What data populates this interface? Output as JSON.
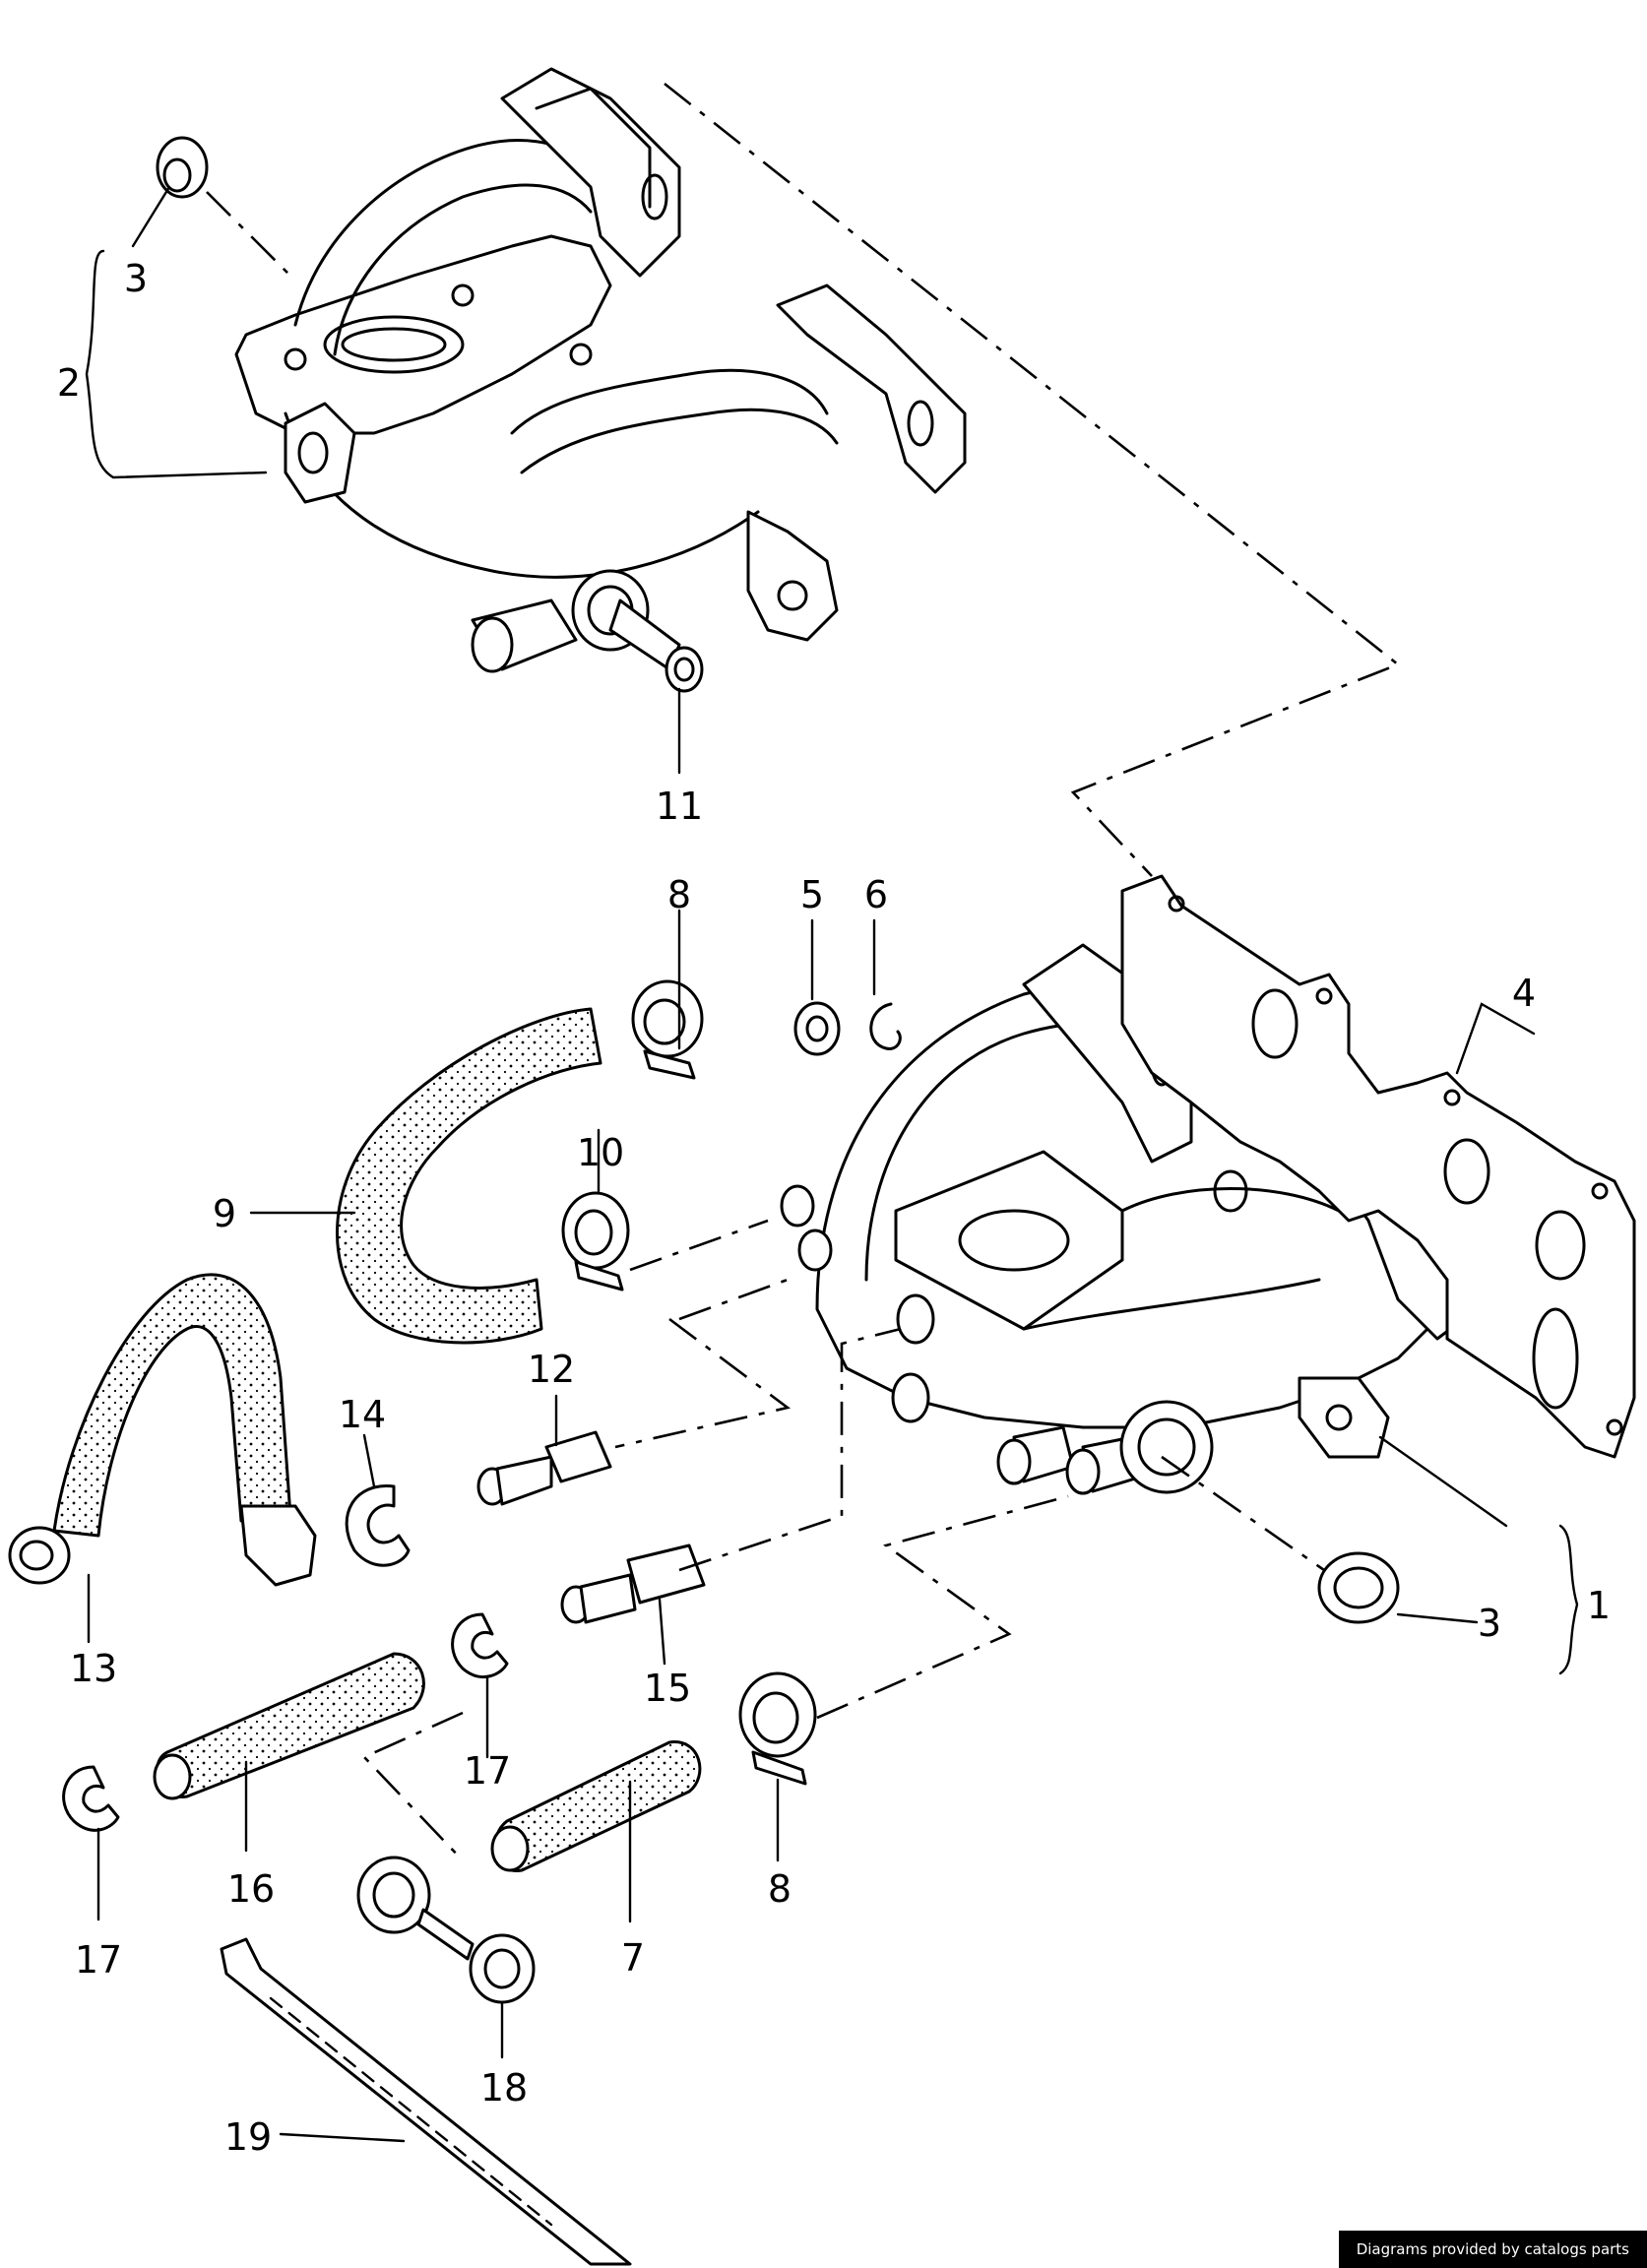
{
  "callouts": {
    "c1": "1",
    "c2": "2",
    "c3a": "3",
    "c3b": "3",
    "c4": "4",
    "c5": "5",
    "c6": "6",
    "c7": "7",
    "c8a": "8",
    "c8b": "8",
    "c9": "9",
    "c10": "10",
    "c11": "11",
    "c12": "12",
    "c13": "13",
    "c14": "14",
    "c15": "15",
    "c16": "16",
    "c17a": "17",
    "c17b": "17",
    "c18": "18",
    "c19": "19"
  },
  "credit": "Diagrams provided by catalogs parts"
}
